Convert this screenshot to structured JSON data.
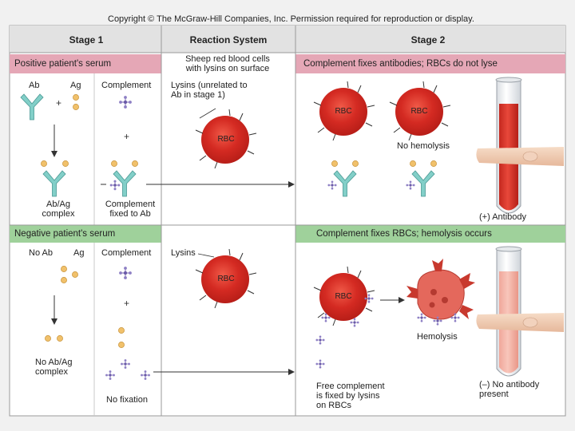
{
  "copyright": "Copyright © The McGraw-Hill Companies, Inc. Permission required for reproduction or display.",
  "headers": {
    "stage1": "Stage 1",
    "reaction": "Reaction System",
    "stage2": "Stage 2"
  },
  "positive": {
    "band_left": "Positive patient's serum",
    "band_mid": "Sheep red blood cells with lysins on surface",
    "band_right": "Complement fixes antibodies; RBCs do not lyse",
    "ab": "Ab",
    "ag": "Ag",
    "complement": "Complement",
    "lysins": "Lysins (unrelated to Ab in stage 1)",
    "rbc": "RBC",
    "abag": "Ab/Ag complex",
    "comp_fixed": "Complement fixed to Ab",
    "no_hemolysis": "No hemolysis",
    "result": "(+) Antibody"
  },
  "negative": {
    "band_left": "Negative patient's serum",
    "band_right": "Complement fixes RBCs; hemolysis occurs",
    "noab": "No Ab",
    "ag": "Ag",
    "complement": "Complement",
    "lysins": "Lysins",
    "rbc": "RBC",
    "noabag": "No Ab/Ag complex",
    "nofix": "No fixation",
    "hemolysis": "Hemolysis",
    "free_comp": "Free complement is fixed by lysins on RBCs",
    "result": "(–) No antibody present"
  },
  "colors": {
    "pink_band": "#e5a7b6",
    "green_band": "#9fd19b",
    "rbc": "#d9322a",
    "antibody": "#7bc9c3",
    "antigen": "#f1c16b",
    "complement": "#7a6bb0"
  }
}
